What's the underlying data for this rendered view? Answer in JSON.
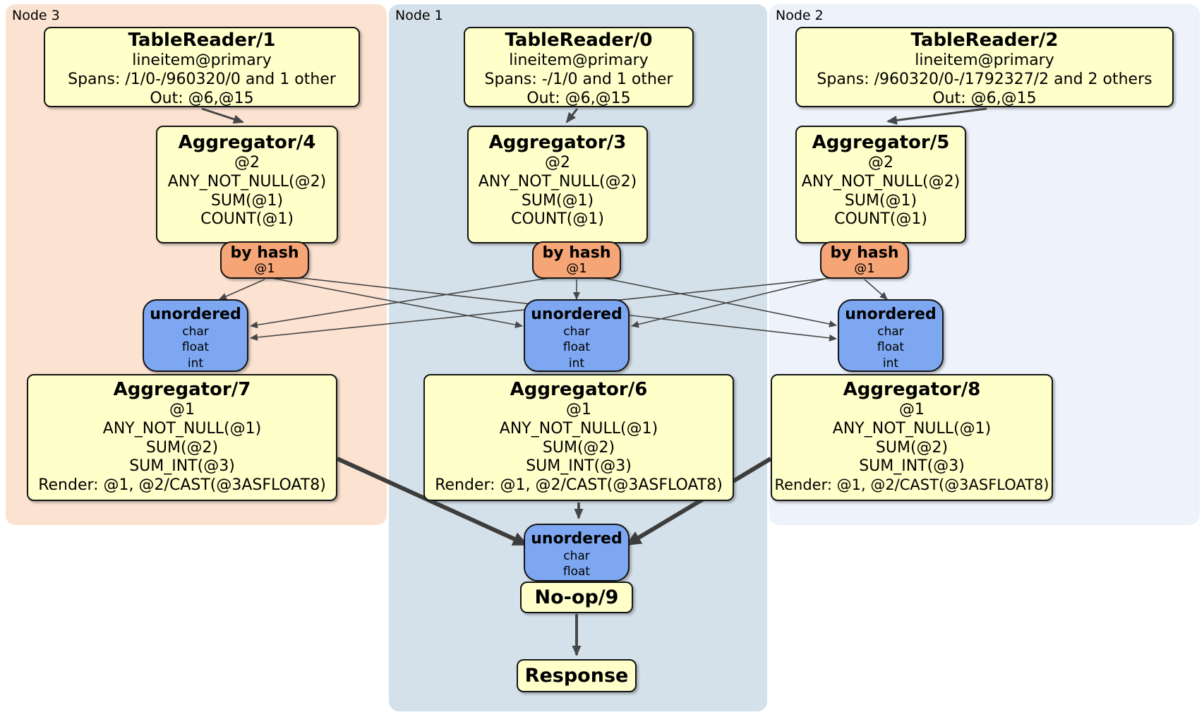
{
  "nodes": [
    {
      "label": "Node 3",
      "table_reader": {
        "title": "TableReader/1",
        "lines": [
          "lineitem@primary",
          "Spans: /1/0-/960320/0 and 1 other",
          "Out: @6,@15"
        ]
      },
      "aggregator_top": {
        "title": "Aggregator/4",
        "lines": [
          "@2",
          "ANY_NOT_NULL(@2)",
          "SUM(@1)",
          "COUNT(@1)"
        ]
      },
      "hash_router": {
        "title": "by hash",
        "column": "@1"
      },
      "sync": {
        "title": "unordered",
        "columns": [
          "char",
          "float",
          "int"
        ]
      },
      "aggregator_bottom": {
        "title": "Aggregator/7",
        "lines": [
          "@1",
          "ANY_NOT_NULL(@1)",
          "SUM(@2)",
          "SUM_INT(@3)",
          "Render: @1, @2/CAST(@3ASFLOAT8)"
        ]
      }
    },
    {
      "label": "Node 1",
      "table_reader": {
        "title": "TableReader/0",
        "lines": [
          "lineitem@primary",
          "Spans: -/1/0 and 1 other",
          "Out: @6,@15"
        ]
      },
      "aggregator_top": {
        "title": "Aggregator/3",
        "lines": [
          "@2",
          "ANY_NOT_NULL(@2)",
          "SUM(@1)",
          "COUNT(@1)"
        ]
      },
      "hash_router": {
        "title": "by hash",
        "column": "@1"
      },
      "sync": {
        "title": "unordered",
        "columns": [
          "char",
          "float",
          "int"
        ]
      },
      "aggregator_bottom": {
        "title": "Aggregator/6",
        "lines": [
          "@1",
          "ANY_NOT_NULL(@1)",
          "SUM(@2)",
          "SUM_INT(@3)",
          "Render: @1, @2/CAST(@3ASFLOAT8)"
        ]
      }
    },
    {
      "label": "Node 2",
      "table_reader": {
        "title": "TableReader/2",
        "lines": [
          "lineitem@primary",
          "Spans: /960320/0-/1792327/2 and 2 others",
          "Out: @6,@15"
        ]
      },
      "aggregator_top": {
        "title": "Aggregator/5",
        "lines": [
          "@2",
          "ANY_NOT_NULL(@2)",
          "SUM(@1)",
          "COUNT(@1)"
        ]
      },
      "hash_router": {
        "title": "by hash",
        "column": "@1"
      },
      "sync": {
        "title": "unordered",
        "columns": [
          "char",
          "float",
          "int"
        ]
      },
      "aggregator_bottom": {
        "title": "Aggregator/8",
        "lines": [
          "@1",
          "ANY_NOT_NULL(@1)",
          "SUM(@2)",
          "SUM_INT(@3)",
          "Render: @1, @2/CAST(@3ASFLOAT8)"
        ]
      }
    }
  ],
  "output": {
    "sync": {
      "title": "unordered",
      "columns": [
        "char",
        "float"
      ]
    },
    "noop": {
      "title": "No-op/9"
    },
    "response": {
      "title": "Response"
    }
  },
  "edges": [
    {
      "from": "TableReader/1",
      "to": "Aggregator/4"
    },
    {
      "from": "TableReader/0",
      "to": "Aggregator/3"
    },
    {
      "from": "TableReader/2",
      "to": "Aggregator/5"
    },
    {
      "from": "by hash @1 (Node 3)",
      "to": "unordered (Node 3)"
    },
    {
      "from": "by hash @1 (Node 3)",
      "to": "unordered (Node 1)"
    },
    {
      "from": "by hash @1 (Node 3)",
      "to": "unordered (Node 2)"
    },
    {
      "from": "by hash @1 (Node 1)",
      "to": "unordered (Node 3)"
    },
    {
      "from": "by hash @1 (Node 1)",
      "to": "unordered (Node 1)"
    },
    {
      "from": "by hash @1 (Node 1)",
      "to": "unordered (Node 2)"
    },
    {
      "from": "by hash @1 (Node 2)",
      "to": "unordered (Node 3)"
    },
    {
      "from": "by hash @1 (Node 2)",
      "to": "unordered (Node 1)"
    },
    {
      "from": "by hash @1 (Node 2)",
      "to": "unordered (Node 2)"
    },
    {
      "from": "Aggregator/7",
      "to": "unordered (final)"
    },
    {
      "from": "Aggregator/6",
      "to": "unordered (final)"
    },
    {
      "from": "Aggregator/8",
      "to": "unordered (final)"
    },
    {
      "from": "No-op/9",
      "to": "Response"
    }
  ],
  "colors": {
    "panel_node3": "#fbe2d1",
    "panel_node1": "#d4e1ea",
    "panel_node2": "#edf2fb",
    "processor_fill": "#feffc9",
    "router_fill": "#f6a576",
    "sync_fill": "#7da7f1",
    "edge": "#474747"
  }
}
